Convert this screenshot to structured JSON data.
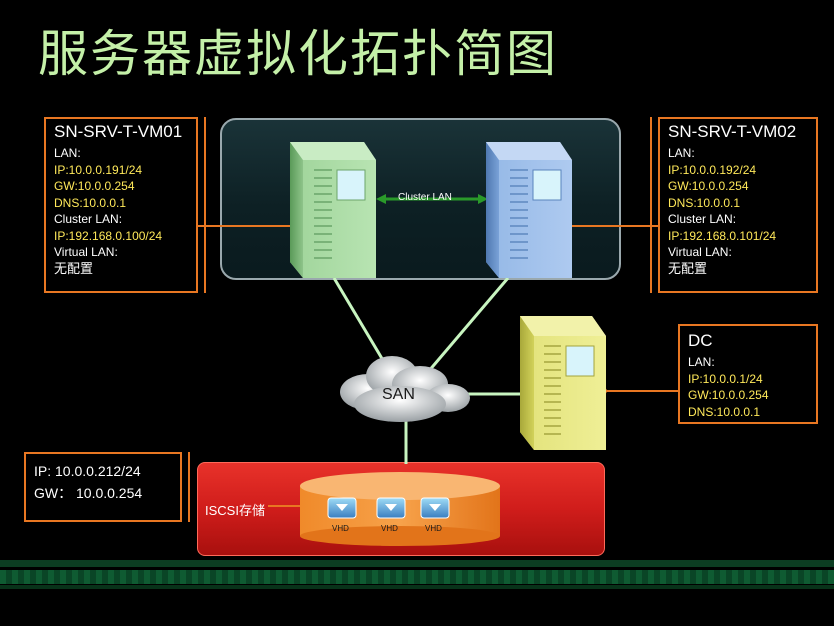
{
  "title": "服务器虚拟化拓扑简图",
  "vm01": {
    "name": "SN-SRV-T-VM01",
    "lan_label": "LAN:",
    "ip": "IP:10.0.0.191/24",
    "gw": "GW:10.0.0.254",
    "dns": "DNS:10.0.0.1",
    "cluster_label": "Cluster LAN:",
    "cluster_ip": "IP:192.168.0.100/24",
    "virtual_label": "Virtual LAN:",
    "virtual_value": "无配置"
  },
  "vm02": {
    "name": "SN-SRV-T-VM02",
    "lan_label": "LAN:",
    "ip": "IP:10.0.0.192/24",
    "gw": "GW:10.0.0.254",
    "dns": "DNS:10.0.0.1",
    "cluster_label": "Cluster LAN:",
    "cluster_ip": "IP:192.168.0.101/24",
    "virtual_label": "Virtual LAN:",
    "virtual_value": "无配置"
  },
  "dc": {
    "name": "DC",
    "lan_label": "LAN:",
    "ip": "IP:10.0.0.1/24",
    "gw": "GW:10.0.0.254",
    "dns": "DNS:10.0.0.1"
  },
  "storage_info": {
    "ip": "IP:  10.0.0.212/24",
    "gw": "GW：  10.0.0.254"
  },
  "cluster_lan_label": "Cluster LAN",
  "san_label": "SAN",
  "iscsi_label": "ISCSI存储",
  "vhd_labels": [
    "VHD",
    "VHD",
    "VHD"
  ],
  "colors": {
    "accent": "#e87722",
    "title": "#c4f0a8",
    "highlight": "#ffe95a",
    "link": "#c8f5c0",
    "storage": "#d01d1b"
  },
  "icons": {
    "server_green": "server-green-icon",
    "server_blue": "server-blue-icon",
    "server_yellow": "server-yellow-icon",
    "cloud": "cloud-icon",
    "disk": "disk-icon"
  }
}
